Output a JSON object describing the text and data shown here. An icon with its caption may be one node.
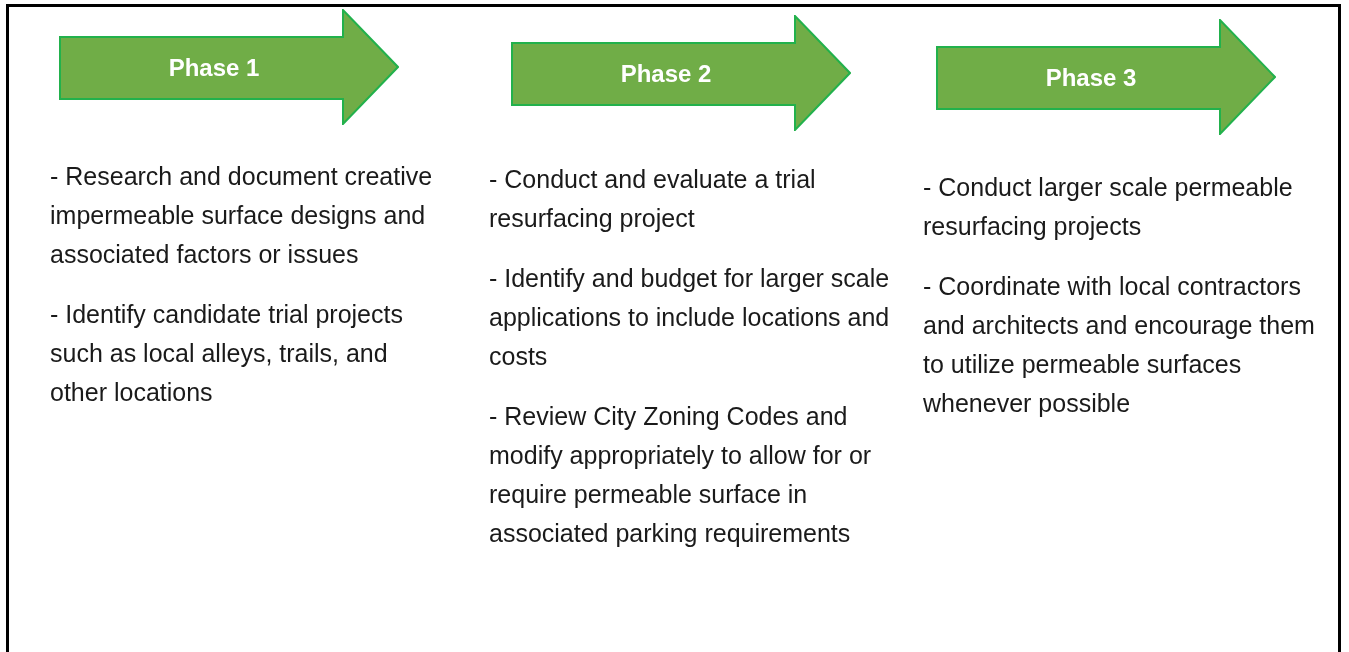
{
  "diagram": {
    "nodes": [
      {
        "text": [
          "Phase 1"
        ],
        "beside": [
          "- Research and document creative impermeable surface designs and associated factors or issues",
          "- Identify candidate trial projects such as local alleys, trails, and other locations"
        ]
      },
      {
        "text": [
          "Phase 2"
        ],
        "beside": [
          "- Conduct and evaluate a trial resurfacing project",
          "- Identify and budget for larger scale applications to include locations and costs",
          "- Review City Zoning Codes and modify appropriately to allow for or require permeable surface in associated parking requirements"
        ]
      },
      {
        "text": [
          "Phase 3"
        ],
        "beside": [
          "- Conduct larger scale permeable resurfacing projects",
          "- Coordinate with local contractors and architects and encourage them to utilize permeable surfaces whenever possible"
        ]
      }
    ],
    "edges": []
  }
}
